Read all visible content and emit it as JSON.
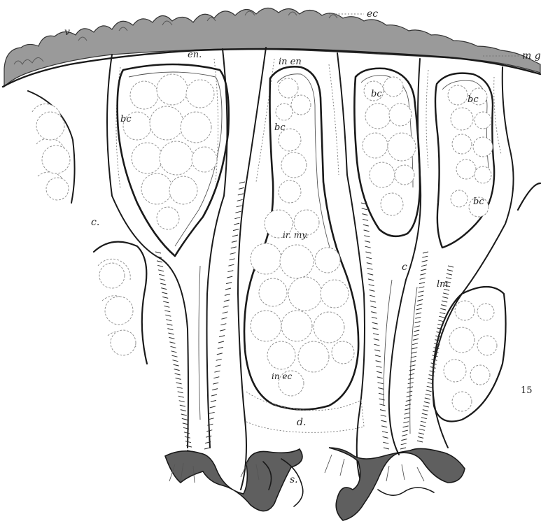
{
  "figure": {
    "labels": {
      "v": "v",
      "ec": "ec",
      "mg": "m g",
      "en": "en.",
      "in_en": "in en",
      "bc_1": "bc",
      "bc_2": "bc",
      "bc_3": "bc",
      "bc_4": "bc",
      "bc_5": "bc",
      "c_1": "c.",
      "c_2": "c",
      "ir_my": "ir. my.",
      "lm": "lm",
      "in_ec": "in ec",
      "d": "d.",
      "s": "s.",
      "plate_number": "15"
    }
  }
}
